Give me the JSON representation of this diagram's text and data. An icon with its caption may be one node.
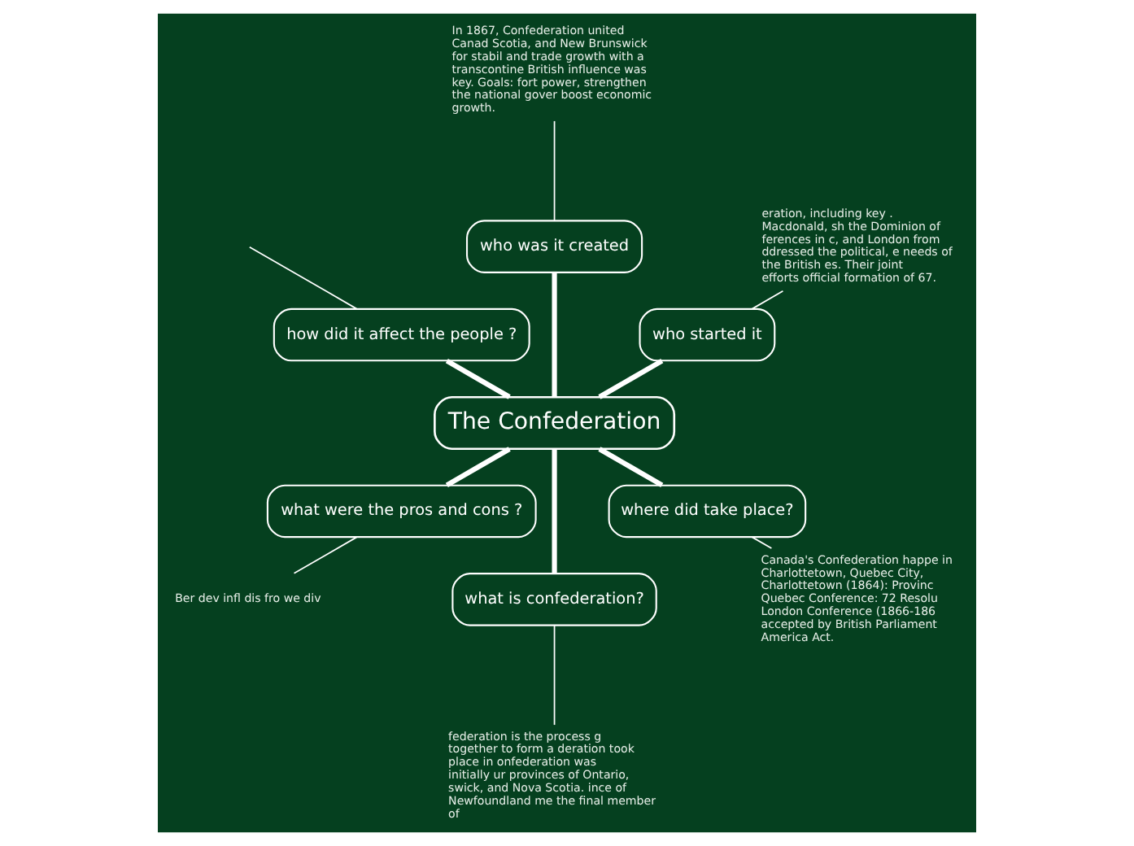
{
  "diagram": {
    "nodes": [
      {
        "text": [
          "The Confederation"
        ]
      },
      {
        "text": [
          "who started it"
        ]
      },
      {
        "text": [
          "eration, including key . Macdonald, sh the Dominion of ferences in c, and London from ddressed the political, e needs of the British es. Their joint efforts official formation of 67."
        ]
      },
      {
        "text": [
          "who was it created"
        ]
      },
      {
        "text": [
          "In 1867, Confederation united Canad Scotia, and New Brunswick for stabil and trade growth with a transcontine British influence was key. Goals: fort power, strengthen the national gover boost economic growth."
        ]
      },
      {
        "text": [
          "how did it affect the people ?"
        ]
      },
      {
        "text": [
          "what were the pros and cons ?"
        ]
      },
      {
        "text": [
          "Ber dev infl dis fro we div"
        ]
      },
      {
        "text": [
          "what is confederation?"
        ]
      },
      {
        "text": [
          "federation is the process g together to form a deration took place in onfederation was initially ur provinces of Ontario, swick, and Nova Scotia. ince of Newfoundland me the final member of"
        ]
      },
      {
        "text": [
          "where did take place?"
        ]
      },
      {
        "text": [
          "Canada's Confederation happe in Charlottetown, Quebec City, Charlottetown (1864): Provinc Quebec Conference: 72 Resolu London Conference (1866-186 accepted by British Parliament America Act."
        ]
      }
    ],
    "edges": [
      {
        "from": 0,
        "to": 1,
        "arrow": "none",
        "style": "thick"
      },
      {
        "from": 1,
        "to": 2,
        "arrow": "none"
      },
      {
        "from": 0,
        "to": 3,
        "arrow": "none",
        "style": "thick"
      },
      {
        "from": 3,
        "to": 4,
        "arrow": "none"
      },
      {
        "from": 0,
        "to": 5,
        "arrow": "none",
        "style": "thick"
      },
      {
        "from": 5,
        "to": null,
        "arrow": "none"
      },
      {
        "from": 0,
        "to": 6,
        "arrow": "none",
        "style": "thick"
      },
      {
        "from": 6,
        "to": 7,
        "arrow": "none"
      },
      {
        "from": 0,
        "to": 8,
        "arrow": "none",
        "style": "thick"
      },
      {
        "from": 8,
        "to": 9,
        "arrow": "none"
      },
      {
        "from": 0,
        "to": 10,
        "arrow": "none",
        "style": "thick"
      },
      {
        "from": 10,
        "to": 11,
        "arrow": "none"
      }
    ]
  }
}
